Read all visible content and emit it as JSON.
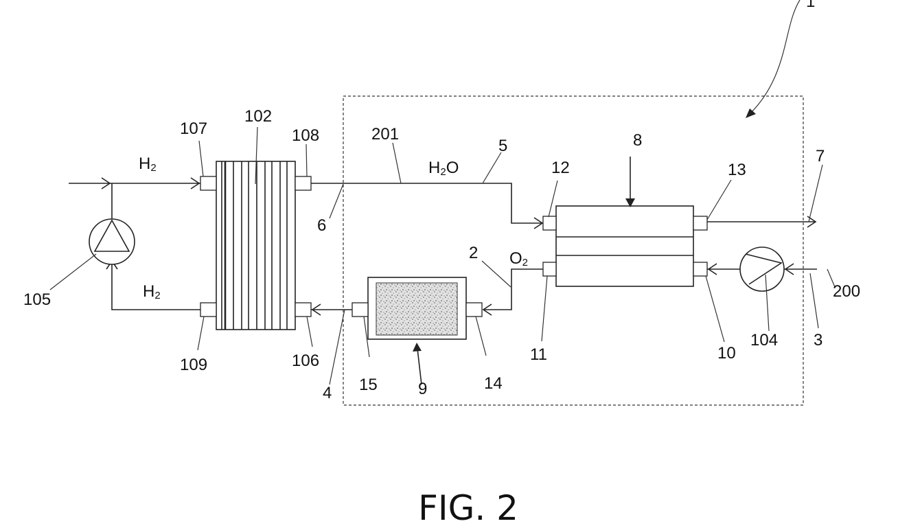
{
  "caption": "FIG. 2",
  "labels": {
    "n1": "1",
    "n2": "2",
    "n3": "3",
    "n4": "4",
    "n5": "5",
    "n6": "6",
    "n7": "7",
    "n8": "8",
    "n9": "9",
    "n10": "10",
    "n11": "11",
    "n12": "12",
    "n13": "13",
    "n14": "14",
    "n15": "15",
    "n102": "102",
    "n104": "104",
    "n105": "105",
    "n106": "106",
    "n107": "107",
    "n108": "108",
    "n109": "109",
    "n200": "200",
    "n201": "201"
  },
  "flows": {
    "h2_top": {
      "main": "H",
      "sub": "2"
    },
    "h2_bottom": {
      "main": "H",
      "sub": "2"
    },
    "water": {
      "pre": "H",
      "sub": "2",
      "post": "O"
    },
    "oxygen": {
      "main": "O",
      "sub": "2"
    }
  },
  "colors": {
    "ink": "#222222",
    "background": "#ffffff"
  }
}
